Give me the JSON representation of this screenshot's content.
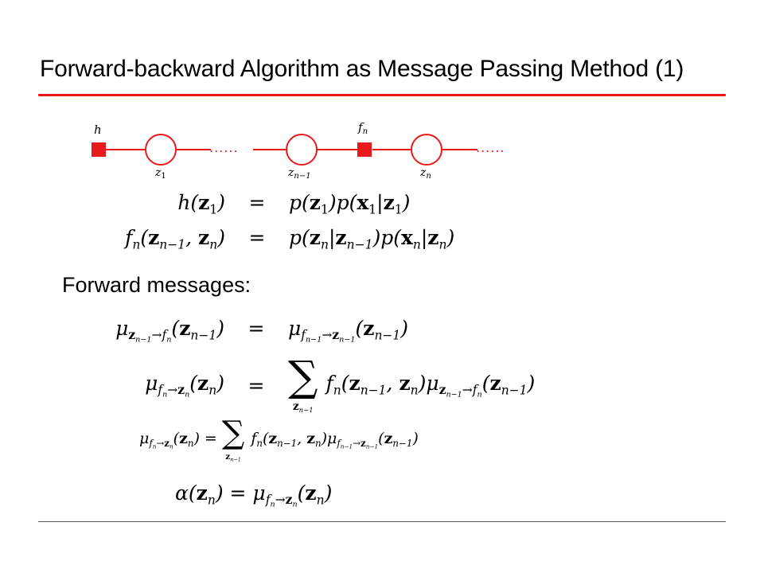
{
  "slide": {
    "title": "Forward-backward Algorithm as Message Passing Method (1)",
    "forward_heading": "Forward messages:"
  },
  "graph": {
    "labels": {
      "h": "h",
      "fn": "f",
      "fn_sub": "n",
      "z1": "z",
      "z1_sub": "1",
      "zn1": "z",
      "zn1_sub": "n−1",
      "zn": "z",
      "zn_sub": "n",
      "dots": "......"
    },
    "colors": {
      "factor": "#e8191b",
      "edge": "#e8191b",
      "node_stroke": "#e8191b",
      "node_fill": "#ffffff"
    }
  },
  "equations": {
    "eq1": {
      "lhs": "h(z₁)",
      "rhs": "p(z₁)p(x₁|z₁)"
    },
    "eq2": {
      "lhs": "fₙ(zₙ₋₁, zₙ)",
      "rhs": "p(zₙ|zₙ₋₁)p(xₙ|zₙ)"
    },
    "eq3": {
      "lhs": "μ_{zₙ₋₁→fₙ}(zₙ₋₁)",
      "rhs": "μ_{fₙ₋₁→zₙ₋₁}(zₙ₋₁)"
    },
    "eq4": {
      "lhs": "μ_{fₙ→zₙ}(zₙ)",
      "rhs": "Σ_{zₙ₋₁} fₙ(zₙ₋₁, zₙ)μ_{zₙ₋₁→fₙ}(zₙ₋₁)"
    },
    "eq5": {
      "lhs": "μ_{fₙ→zₙ}(zₙ)",
      "rhs": "Σ_{zₙ₋₁} fₙ(zₙ₋₁, zₙ)μ_{fₙ₋₁→zₙ₋₁}(zₙ₋₁)"
    },
    "eq6": {
      "lhs": "α(zₙ)",
      "rhs": "μ_{fₙ→zₙ}(zₙ)"
    },
    "equals": "="
  }
}
